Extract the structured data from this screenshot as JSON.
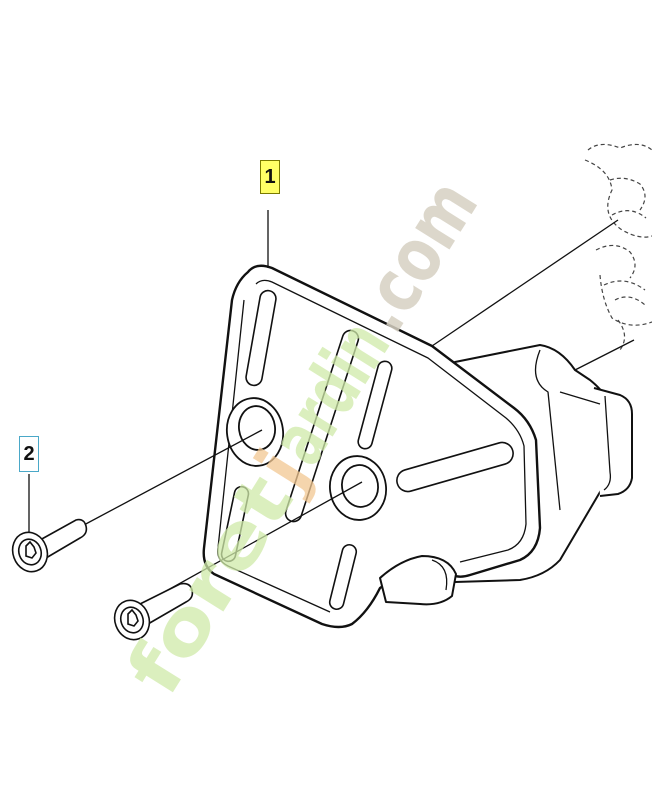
{
  "callouts": [
    {
      "label": "1",
      "highlight_color": "#ffff66"
    },
    {
      "label": "2",
      "highlight_color": "#ffffff"
    }
  ],
  "watermark": {
    "text": "foretjardin.com",
    "colors": {
      "foret": "#c8e8a0",
      "j_accent": "#f0c890",
      "rest": "#d8d2c4"
    }
  },
  "colors": {
    "line": "#111111",
    "dashed": "#555555"
  }
}
